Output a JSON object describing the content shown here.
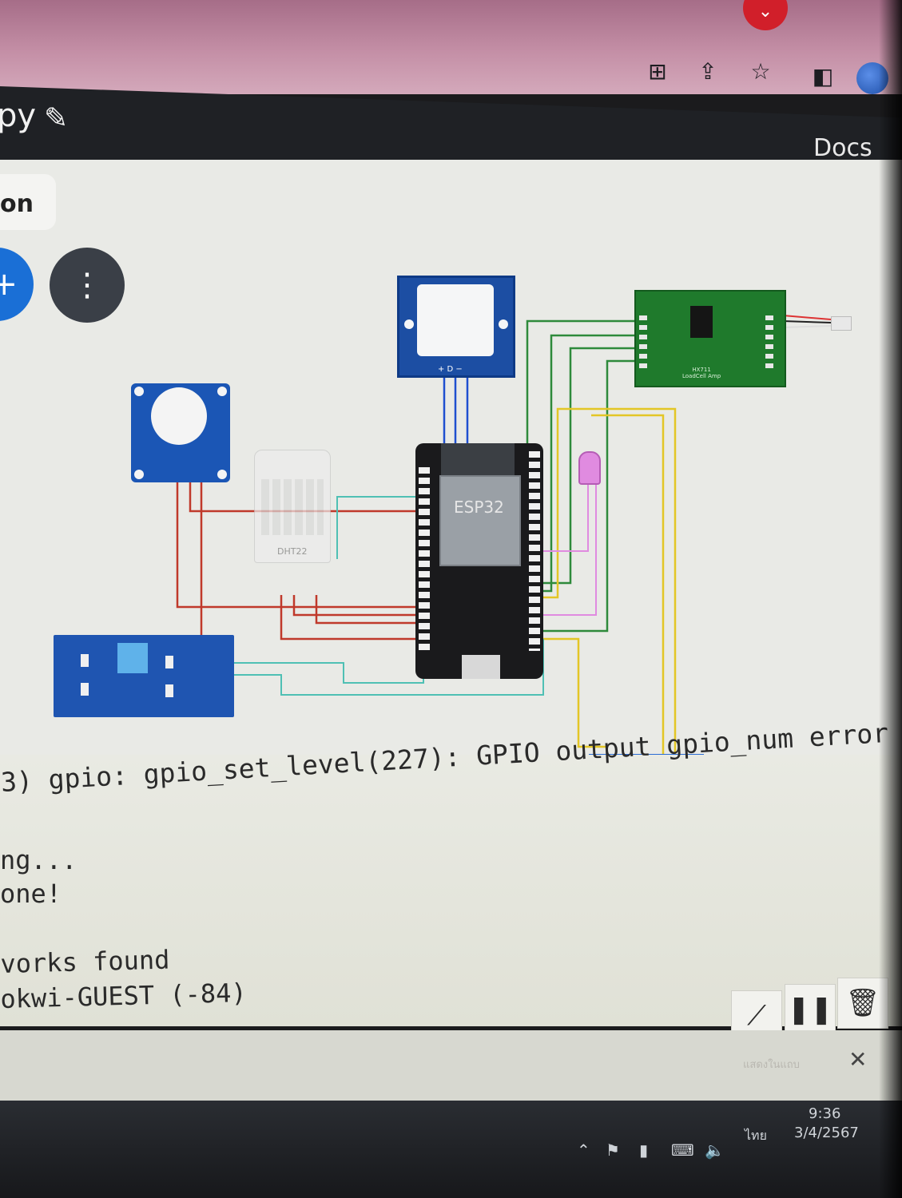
{
  "project": {
    "title_fragment": "py",
    "edit_icon": "pencil-icon"
  },
  "header": {
    "docs_label": "Docs"
  },
  "tab": {
    "label_fragment": "on"
  },
  "toolbar": {
    "start_icon": "plus-icon",
    "menu_icon": "more-vertical-icon"
  },
  "parts": {
    "pir": {
      "pin_labels": "+ D −"
    },
    "esp32": {
      "label": "ESP32"
    },
    "dht22": {
      "label": "DHT22"
    },
    "hx711": {
      "label_line1": "HX711",
      "label_line2": "LoadCell Amp"
    }
  },
  "serial": {
    "lines": [
      "3) gpio: gpio_set_level(227): GPIO output gpio_num error",
      "ng...",
      "one!",
      "vorks found",
      "okwi-GUEST (-84)"
    ],
    "buttons": {
      "plot_icon": "chart-icon",
      "pause_icon": "pause-icon",
      "clear_icon": "trash-icon"
    }
  },
  "notification": {
    "text": "แสดงในแถบ",
    "close_icon": "close-icon"
  },
  "taskbar": {
    "time": "9:36",
    "date": "3/4/2567",
    "language": "ไทย"
  },
  "colors": {
    "accent_blue": "#1a6fd6",
    "esp_board": "#1a1a1c",
    "hx711_board": "#1f7a2c",
    "sensor_blue": "#1f55b1"
  }
}
